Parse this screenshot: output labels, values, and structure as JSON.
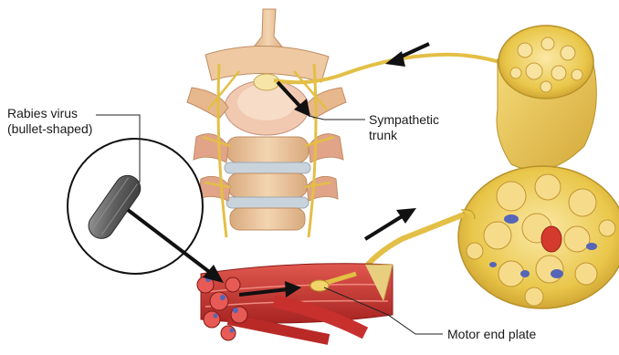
{
  "labels": {
    "virus_line1": "Rabies virus",
    "virus_line2": "(bullet-shaped)",
    "sympathetic_line1": "Sympathetic",
    "sympathetic_line2": "trunk",
    "motor_end_plate": "Motor end plate"
  },
  "colors": {
    "nerve": "#e9c74a",
    "nerve_dark": "#b8922a",
    "muscle_red": "#c8302e",
    "bone": "#e8c49a",
    "disc": "#c9d3dc",
    "arrow": "#111111",
    "vessel_blue": "#5566b8"
  }
}
